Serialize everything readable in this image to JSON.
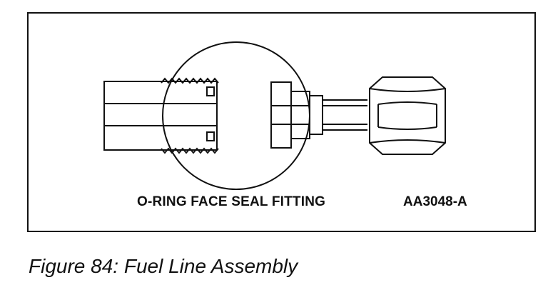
{
  "diagram": {
    "label": "O-RING FACE SEAL FITTING",
    "code": "AA3048-A",
    "line_color": "#111111"
  },
  "caption": "Figure 84: Fuel Line Assembly"
}
